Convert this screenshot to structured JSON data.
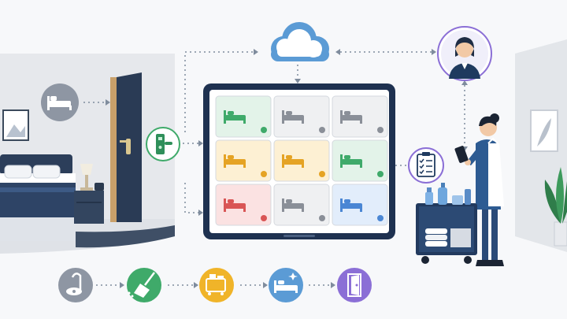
{
  "colors": {
    "background": "#f7f8fa",
    "room_wall": "#e6e8ec",
    "navy": "#1f3a5f",
    "cloud": "#5b9bd5",
    "connector": "#7f8c9d",
    "room_clean": "#3faa6a",
    "room_dirty": "#e5a324",
    "room_occupied": "#d95555",
    "room_inspected": "#4a86d4",
    "room_unknown": "#8a8f98",
    "step_vacuum": "#8a8f98",
    "step_sweep": "#3faa6a",
    "step_cart": "#f0b429",
    "step_bed": "#5b9bd5",
    "step_door": "#8b6fd6"
  },
  "icons": {
    "guest": "bed-in-circle-icon",
    "lock": "smart-lock-icon",
    "cloud": "cloud-icon",
    "staff": "housekeeper-avatar-icon",
    "checklist": "clipboard-checklist-icon",
    "steps": [
      "vacuum-icon",
      "broom-icon",
      "laundry-cart-icon",
      "made-bed-icon",
      "exit-door-icon"
    ]
  },
  "rooms": [
    {
      "status": "clean",
      "dot": true
    },
    {
      "status": "unknown",
      "dot": true
    },
    {
      "status": "unknown",
      "dot": true
    },
    {
      "status": "dirty",
      "dot": true
    },
    {
      "status": "dirty",
      "dot": true
    },
    {
      "status": "clean",
      "dot": true
    },
    {
      "status": "occupied",
      "dot": true
    },
    {
      "status": "unknown",
      "dot": true
    },
    {
      "status": "inspected",
      "dot": true
    }
  ]
}
